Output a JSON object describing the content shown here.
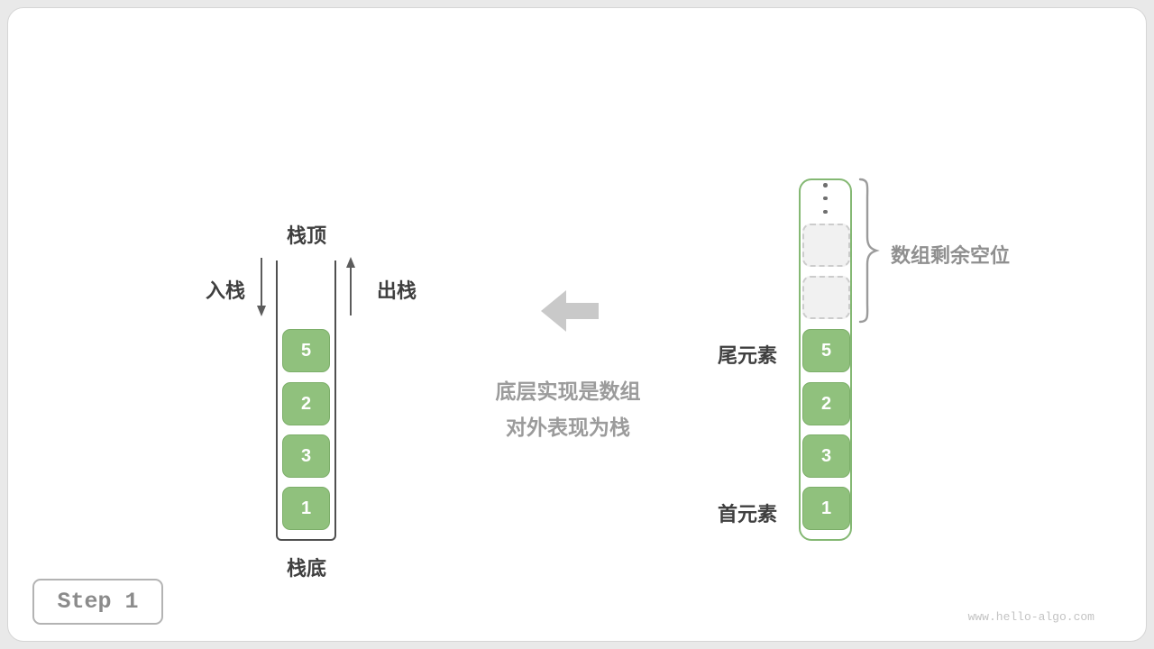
{
  "colors": {
    "accent_green": "#90c17d",
    "accent_green_border": "#7cae69",
    "dark_text": "#3f3f3f",
    "gray_text": "#8f8f8f",
    "big_arrow_gray": "#c9c9c9"
  },
  "stack": {
    "top_label": "栈顶",
    "bottom_label": "栈底",
    "push_label": "入栈",
    "pop_label": "出栈",
    "values": [
      5,
      2,
      3,
      1
    ]
  },
  "center": {
    "line1": "底层实现是数组",
    "line2": "对外表现为栈"
  },
  "array": {
    "values": [
      5,
      2,
      3,
      1
    ],
    "empty_slot_count": 2,
    "remaining_label": "数组剩余空位",
    "tail_label": "尾元素",
    "head_label": "首元素"
  },
  "step_badge": "Step 1",
  "watermark": "www.hello-algo.com"
}
